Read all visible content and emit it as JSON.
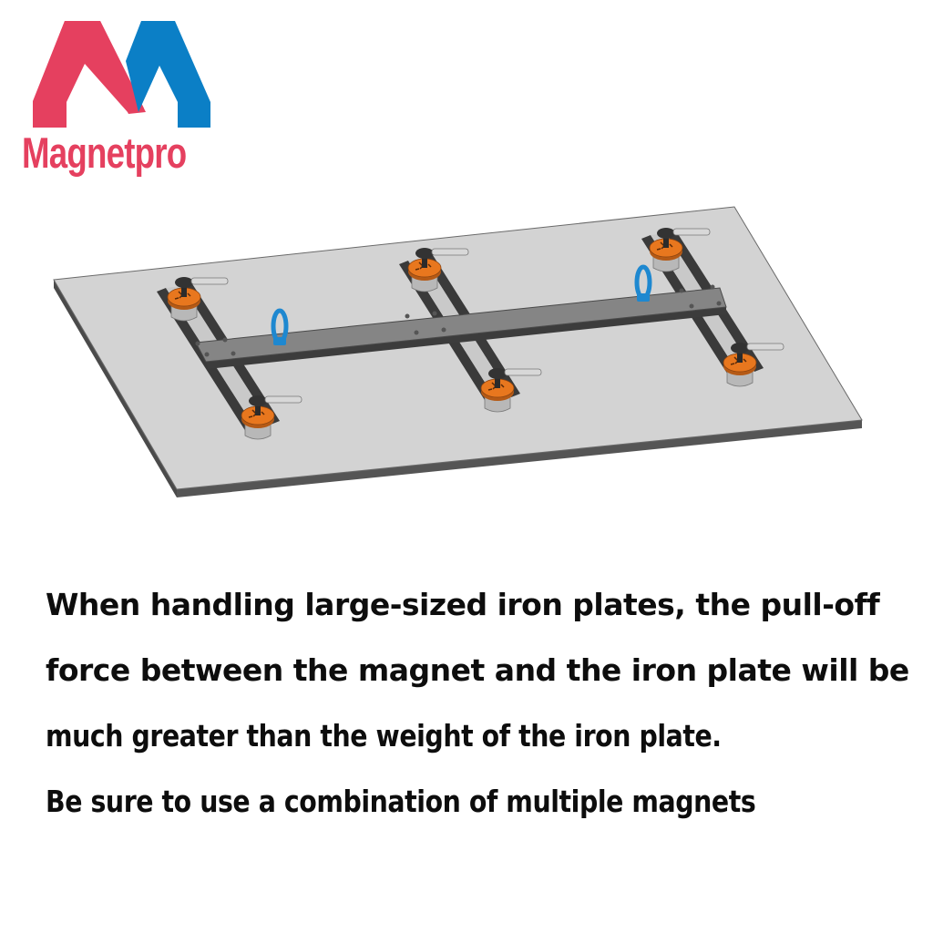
{
  "brand": {
    "name": "Magnetpro",
    "colors": {
      "red": "#e5405f",
      "blue": "#0b7fc6"
    }
  },
  "illustration": {
    "subject": "steel plate lifted with a beam spreader and six permanent lifting magnets",
    "magnet_count": 6,
    "eye_bolt_count": 2,
    "colors": {
      "plate_top": "#d3d3d3",
      "plate_edge": "#555555",
      "beam": "#858585",
      "beam_shadow": "#3c3c3c",
      "magnet_top": "#e8771e",
      "magnet_body": "#b8b8b8",
      "eye_bolt": "#1e88d0"
    }
  },
  "caption": {
    "lines": [
      "When handling large-sized iron plates, the pull-off",
      "force between the magnet and the iron plate will be",
      "much greater than the weight of the iron plate.",
      "Be sure to use a combination of multiple magnets"
    ]
  }
}
